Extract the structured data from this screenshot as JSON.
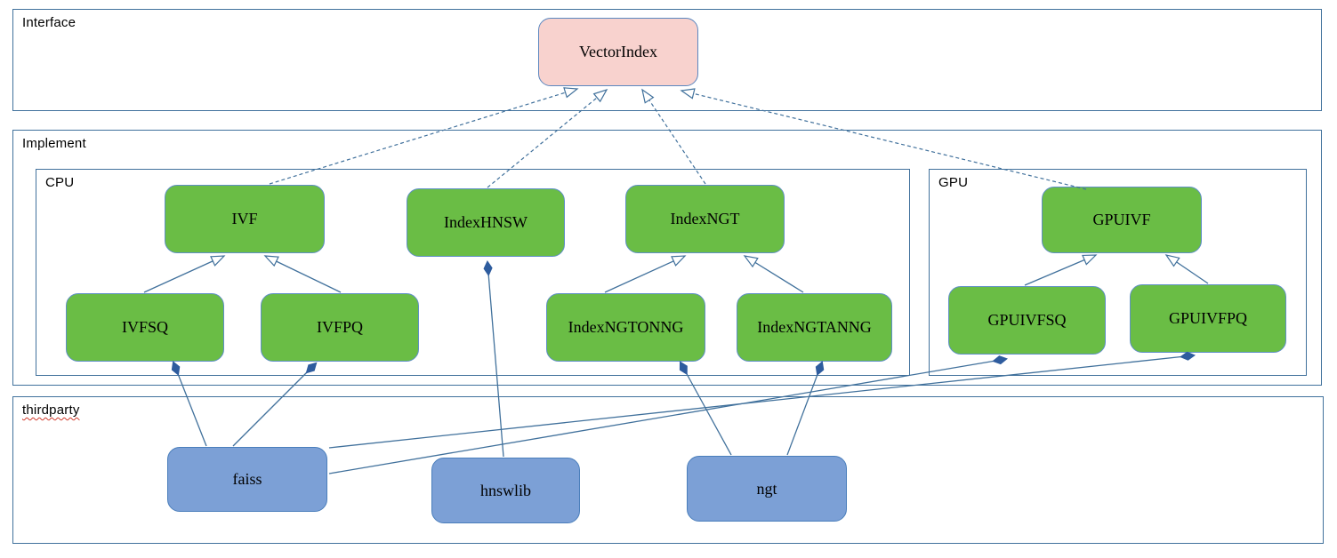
{
  "containers": {
    "interface": {
      "label": "Interface"
    },
    "implement": {
      "label": "Implement"
    },
    "cpu": {
      "label": "CPU"
    },
    "gpu": {
      "label": "GPU"
    },
    "thirdparty": {
      "label": "thirdparty",
      "spellcheck_underline": true
    }
  },
  "nodes": {
    "vectorindex": {
      "label": "VectorIndex",
      "group": "interface",
      "style": "pink"
    },
    "ivf": {
      "label": "IVF",
      "group": "cpu",
      "style": "green"
    },
    "indexhnsw": {
      "label": "IndexHNSW",
      "group": "cpu",
      "style": "green"
    },
    "indexngt": {
      "label": "IndexNGT",
      "group": "cpu",
      "style": "green"
    },
    "ivfsq": {
      "label": "IVFSQ",
      "group": "cpu",
      "style": "green"
    },
    "ivfpq": {
      "label": "IVFPQ",
      "group": "cpu",
      "style": "green"
    },
    "indexngtonng": {
      "label": "IndexNGTONNG",
      "group": "cpu",
      "style": "green"
    },
    "indexngtanng": {
      "label": "IndexNGTANNG",
      "group": "cpu",
      "style": "green"
    },
    "gpuivf": {
      "label": "GPUIVF",
      "group": "gpu",
      "style": "green"
    },
    "gpuivfsq": {
      "label": "GPUIVFSQ",
      "group": "gpu",
      "style": "green"
    },
    "gpuivfpq": {
      "label": "GPUIVFPQ",
      "group": "gpu",
      "style": "green"
    },
    "faiss": {
      "label": "faiss",
      "group": "thirdparty",
      "style": "blue"
    },
    "hnswlib": {
      "label": "hnswlib",
      "group": "thirdparty",
      "style": "blue"
    },
    "ngt": {
      "label": "ngt",
      "group": "thirdparty",
      "style": "blue"
    }
  },
  "edges": [
    {
      "from": "IVF",
      "to": "VectorIndex",
      "type": "realization",
      "line": "dashed",
      "head": "hollow-triangle"
    },
    {
      "from": "IndexHNSW",
      "to": "VectorIndex",
      "type": "realization",
      "line": "dashed",
      "head": "hollow-triangle"
    },
    {
      "from": "IndexNGT",
      "to": "VectorIndex",
      "type": "realization",
      "line": "dashed",
      "head": "hollow-triangle"
    },
    {
      "from": "GPUIVF",
      "to": "VectorIndex",
      "type": "realization",
      "line": "dashed",
      "head": "hollow-triangle"
    },
    {
      "from": "IVFSQ",
      "to": "IVF",
      "type": "generalization",
      "line": "solid",
      "head": "hollow-triangle"
    },
    {
      "from": "IVFPQ",
      "to": "IVF",
      "type": "generalization",
      "line": "solid",
      "head": "hollow-triangle"
    },
    {
      "from": "IndexNGTONNG",
      "to": "IndexNGT",
      "type": "generalization",
      "line": "solid",
      "head": "hollow-triangle"
    },
    {
      "from": "IndexNGTANNG",
      "to": "IndexNGT",
      "type": "generalization",
      "line": "solid",
      "head": "hollow-triangle"
    },
    {
      "from": "GPUIVFSQ",
      "to": "GPUIVF",
      "type": "generalization",
      "line": "solid",
      "head": "hollow-triangle"
    },
    {
      "from": "GPUIVFPQ",
      "to": "GPUIVF",
      "type": "generalization",
      "line": "solid",
      "head": "hollow-triangle"
    },
    {
      "from": "faiss",
      "to": "IVFSQ",
      "type": "composition",
      "line": "solid",
      "head": "filled-diamond"
    },
    {
      "from": "faiss",
      "to": "IVFPQ",
      "type": "composition",
      "line": "solid",
      "head": "filled-diamond"
    },
    {
      "from": "faiss",
      "to": "GPUIVFSQ",
      "type": "composition",
      "line": "solid",
      "head": "filled-diamond"
    },
    {
      "from": "faiss",
      "to": "GPUIVFPQ",
      "type": "composition",
      "line": "solid",
      "head": "filled-diamond"
    },
    {
      "from": "hnswlib",
      "to": "IndexHNSW",
      "type": "composition",
      "line": "solid",
      "head": "filled-diamond"
    },
    {
      "from": "ngt",
      "to": "IndexNGTONNG",
      "type": "composition",
      "line": "solid",
      "head": "filled-diamond"
    },
    {
      "from": "ngt",
      "to": "IndexNGTANNG",
      "type": "composition",
      "line": "solid",
      "head": "filled-diamond"
    }
  ],
  "colors": {
    "node_green": "#6abd45",
    "node_green_border": "#5f8fc6",
    "node_blue": "#7ca0d6",
    "node_blue_border": "#4a7ebb",
    "node_pink": "#f8d2ce",
    "node_pink_border": "#5b87c0",
    "border_color": "#41719c",
    "line_color": "#41719c",
    "diamond_color": "#2e5c9e",
    "spellcheck_color": "#d03a2b"
  }
}
